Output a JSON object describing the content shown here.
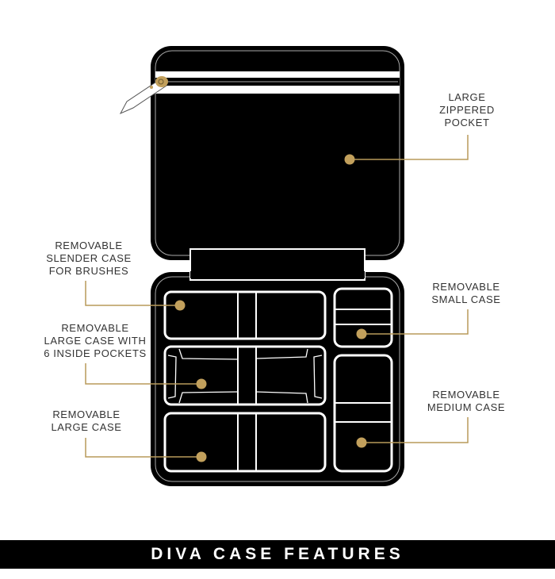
{
  "callouts": {
    "zippered_pocket": [
      "LARGE",
      "ZIPPERED",
      "POCKET"
    ],
    "slender_case": [
      "REMOVABLE",
      "SLENDER CASE",
      "FOR BRUSHES"
    ],
    "small_case": [
      "REMOVABLE",
      "SMALL CASE"
    ],
    "large_case_pockets": [
      "REMOVABLE",
      "LARGE CASE WITH",
      "6 INSIDE POCKETS"
    ],
    "large_case": [
      "REMOVABLE",
      "LARGE CASE"
    ],
    "medium_case": [
      "REMOVABLE",
      "MEDIUM CASE"
    ]
  },
  "banner": {
    "title": "DIVA CASE FEATURES"
  },
  "colors": {
    "accent_gold": "#c2a05c",
    "case_black": "#000000",
    "leader_line": "#b89a5a"
  }
}
